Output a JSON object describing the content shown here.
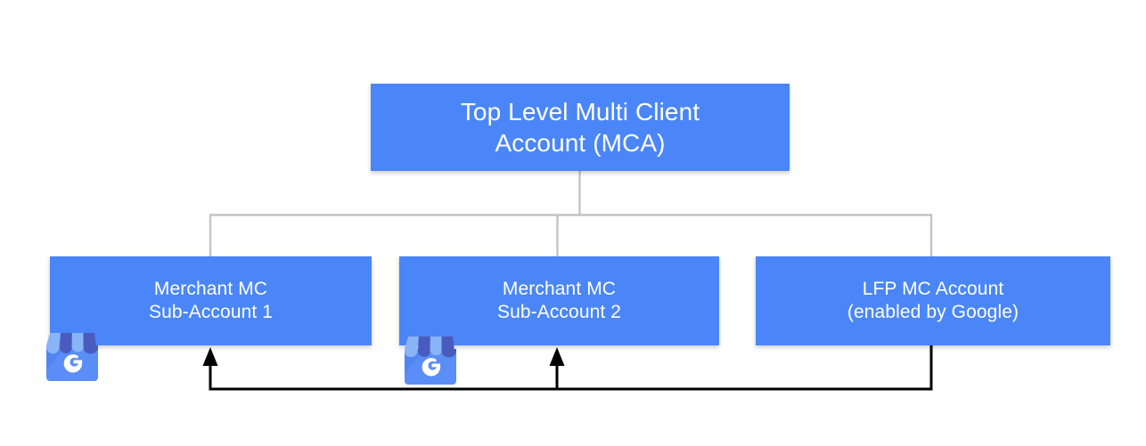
{
  "diagram": {
    "title_node": {
      "name": "top-level-mca",
      "lines": [
        "Top Level Multi Client",
        "Account (MCA)"
      ]
    },
    "child_nodes": [
      {
        "name": "merchant-mc-sub-account-1",
        "lines": [
          "Merchant MC",
          "Sub-Account 1"
        ],
        "icon": "google-business-profile-storefront-icon"
      },
      {
        "name": "merchant-mc-sub-account-2",
        "lines": [
          "Merchant MC",
          "Sub-Account 2"
        ],
        "icon": "google-business-profile-storefront-icon"
      },
      {
        "name": "lfp-mc-account",
        "lines": [
          "LFP MC Account",
          "(enabled by Google)"
        ],
        "icon": null
      }
    ],
    "connectors": {
      "tree_color": "#c4c4c4",
      "arrow_color": "#000000",
      "arrow_targets": [
        "merchant-mc-sub-account-1",
        "merchant-mc-sub-account-2"
      ],
      "arrow_source": "lfp-mc-account"
    },
    "colors": {
      "node_fill": "#4a86f7",
      "node_text": "#ffffff",
      "background": "#ffffff",
      "icon_awning_light": "#8ab4f8",
      "icon_awning_dark": "#4a5bbf",
      "icon_body": "#5b8df6",
      "icon_glyph": "#ffffff"
    }
  }
}
